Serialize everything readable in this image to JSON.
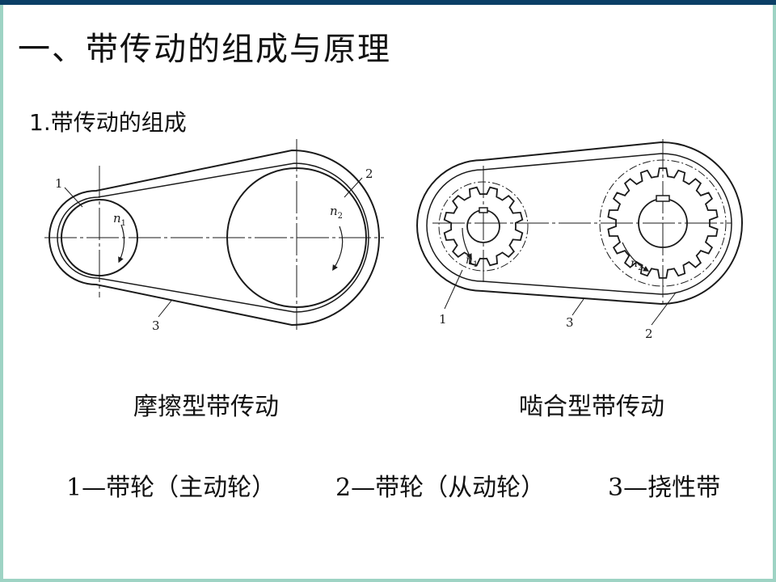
{
  "slide": {
    "title": "一、带传动的组成与原理",
    "subtitle": "1.带传动的组成"
  },
  "diagrams": {
    "friction": {
      "caption": "摩擦型带传动",
      "labels": {
        "n1": "n1",
        "n2": "n2",
        "p1": "1",
        "p2": "2",
        "p3": "3"
      }
    },
    "meshing": {
      "caption": "啮合型带传动",
      "labels": {
        "n1": "n1",
        "n2": "n2",
        "p1": "1",
        "p2": "2",
        "p3": "3"
      }
    }
  },
  "legend": [
    {
      "text": "1—带轮（主动轮）"
    },
    {
      "text": "2—带轮（从动轮）"
    },
    {
      "text": "3—挠性带"
    }
  ],
  "colors": {
    "top_bar": "#0b3f66",
    "frame": "#9ed3c4",
    "line": "#1a1a1a"
  }
}
